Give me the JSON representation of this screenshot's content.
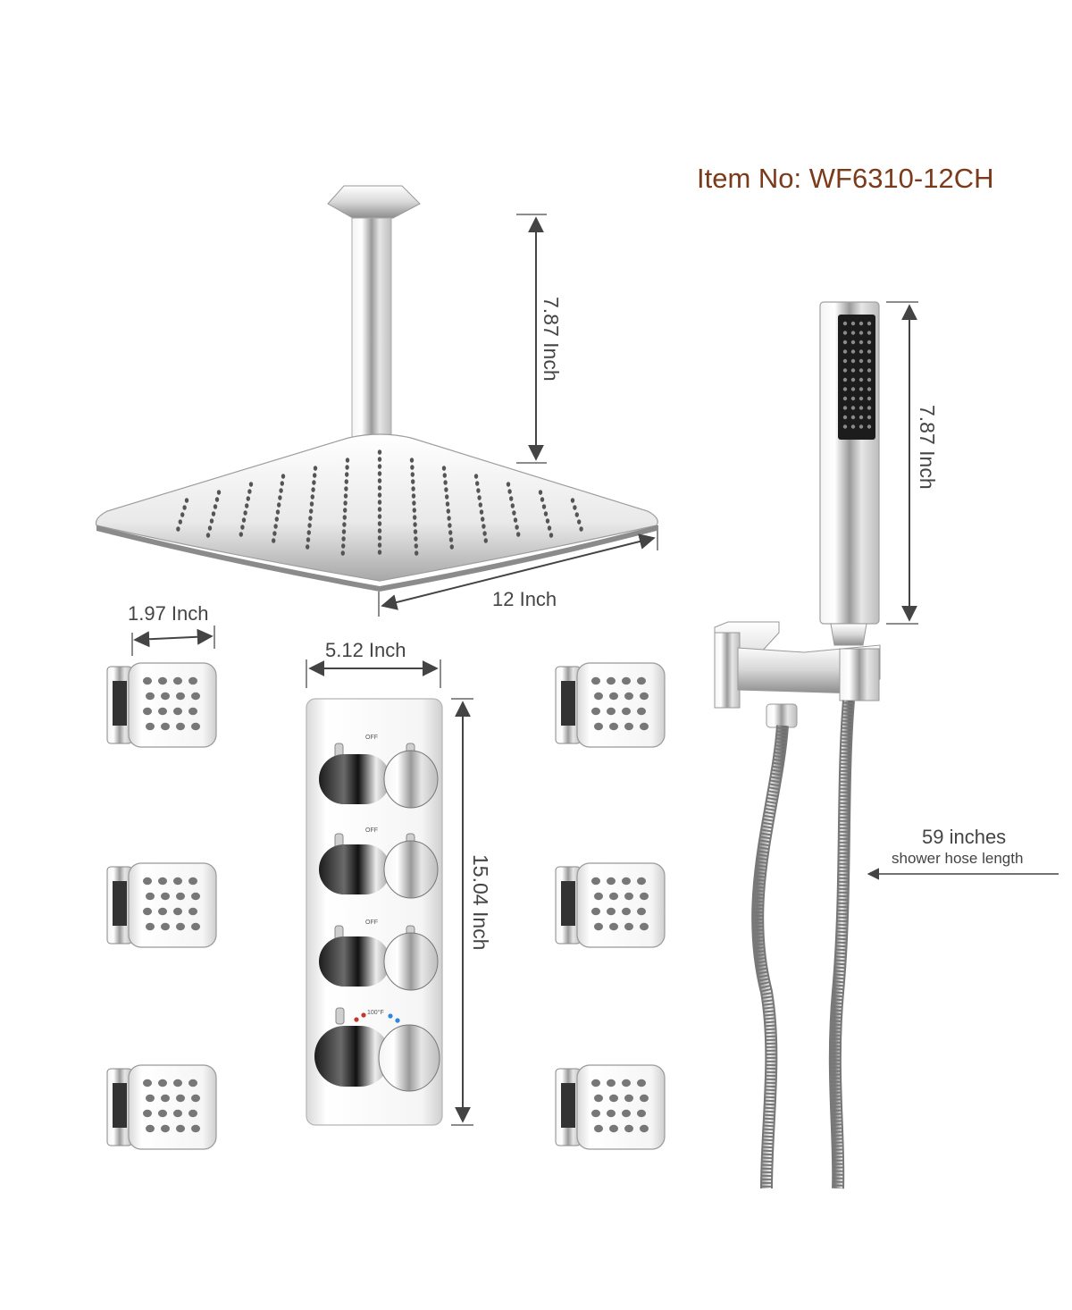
{
  "item_no": "Item No: WF6310-12CH",
  "dimensions": {
    "shower_arm": "7.87 Inch",
    "shower_head_width": "12 Inch",
    "body_jet_width": "1.97 Inch",
    "valve_width": "5.12 Inch",
    "valve_height": "15.04 Inch",
    "handheld_length": "7.87 Inch",
    "hose_length_value": "59 inches",
    "hose_length_caption": "shower hose length"
  },
  "valve_labels": {
    "off_1": "OFF",
    "off_2": "OFF",
    "off_3": "OFF",
    "temp": "100°F"
  },
  "colors": {
    "title": "#7b3a1a",
    "text": "#444444",
    "chrome_light": "#ffffff",
    "chrome_dark": "#2a2a2a"
  }
}
